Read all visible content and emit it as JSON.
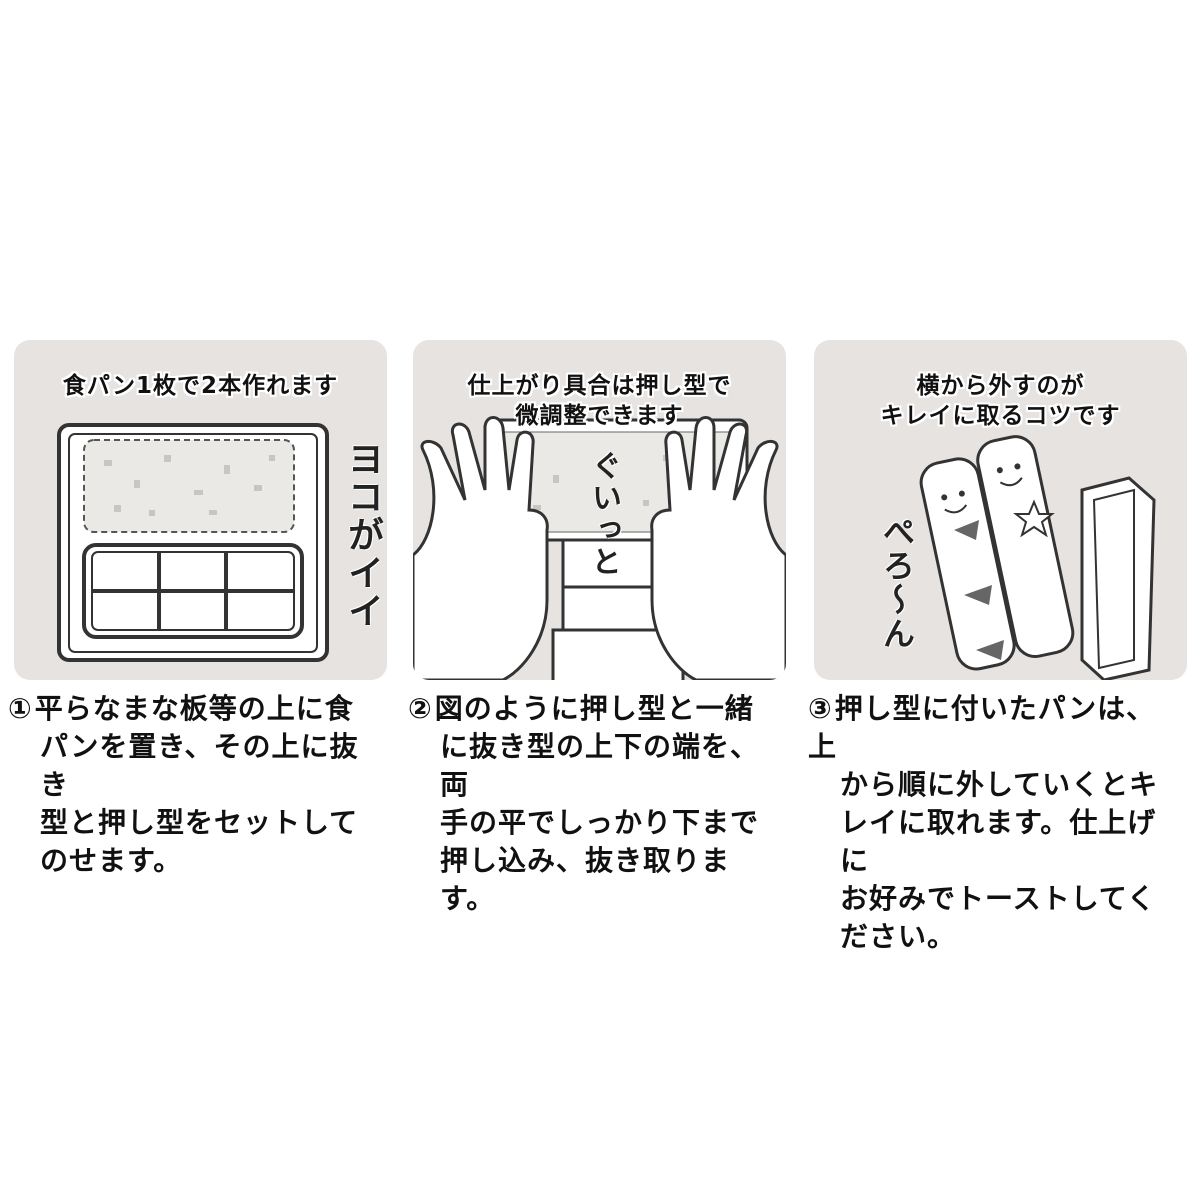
{
  "panels": [
    {
      "title_lines": [
        "食パン1枚で2本作れます"
      ],
      "side_text": "ヨコがイイ"
    },
    {
      "title_lines": [
        "仕上がり具合は押し型で",
        "微調整できます"
      ],
      "side_text": "ぐいっと"
    },
    {
      "title_lines": [
        "横から外すのが",
        "キレイに取るコツです"
      ],
      "side_text": "ぺろ〜ん"
    }
  ],
  "steps": [
    {
      "number": "①",
      "lines": [
        "平らなまな板等の上に食",
        "パンを置き、その上に抜き",
        "型と押し型をセットして",
        "のせます。"
      ]
    },
    {
      "number": "②",
      "lines": [
        "図のように押し型と一緒",
        "に抜き型の上下の端を、両",
        "手の平でしっかり下まで",
        "押し込み、抜き取ります。"
      ]
    },
    {
      "number": "③",
      "lines": [
        "押し型に付いたパンは、上",
        "から順に外していくとキ",
        "レイに取れます。仕上げに",
        "お好みでトーストしてく",
        "ださい。"
      ]
    }
  ]
}
